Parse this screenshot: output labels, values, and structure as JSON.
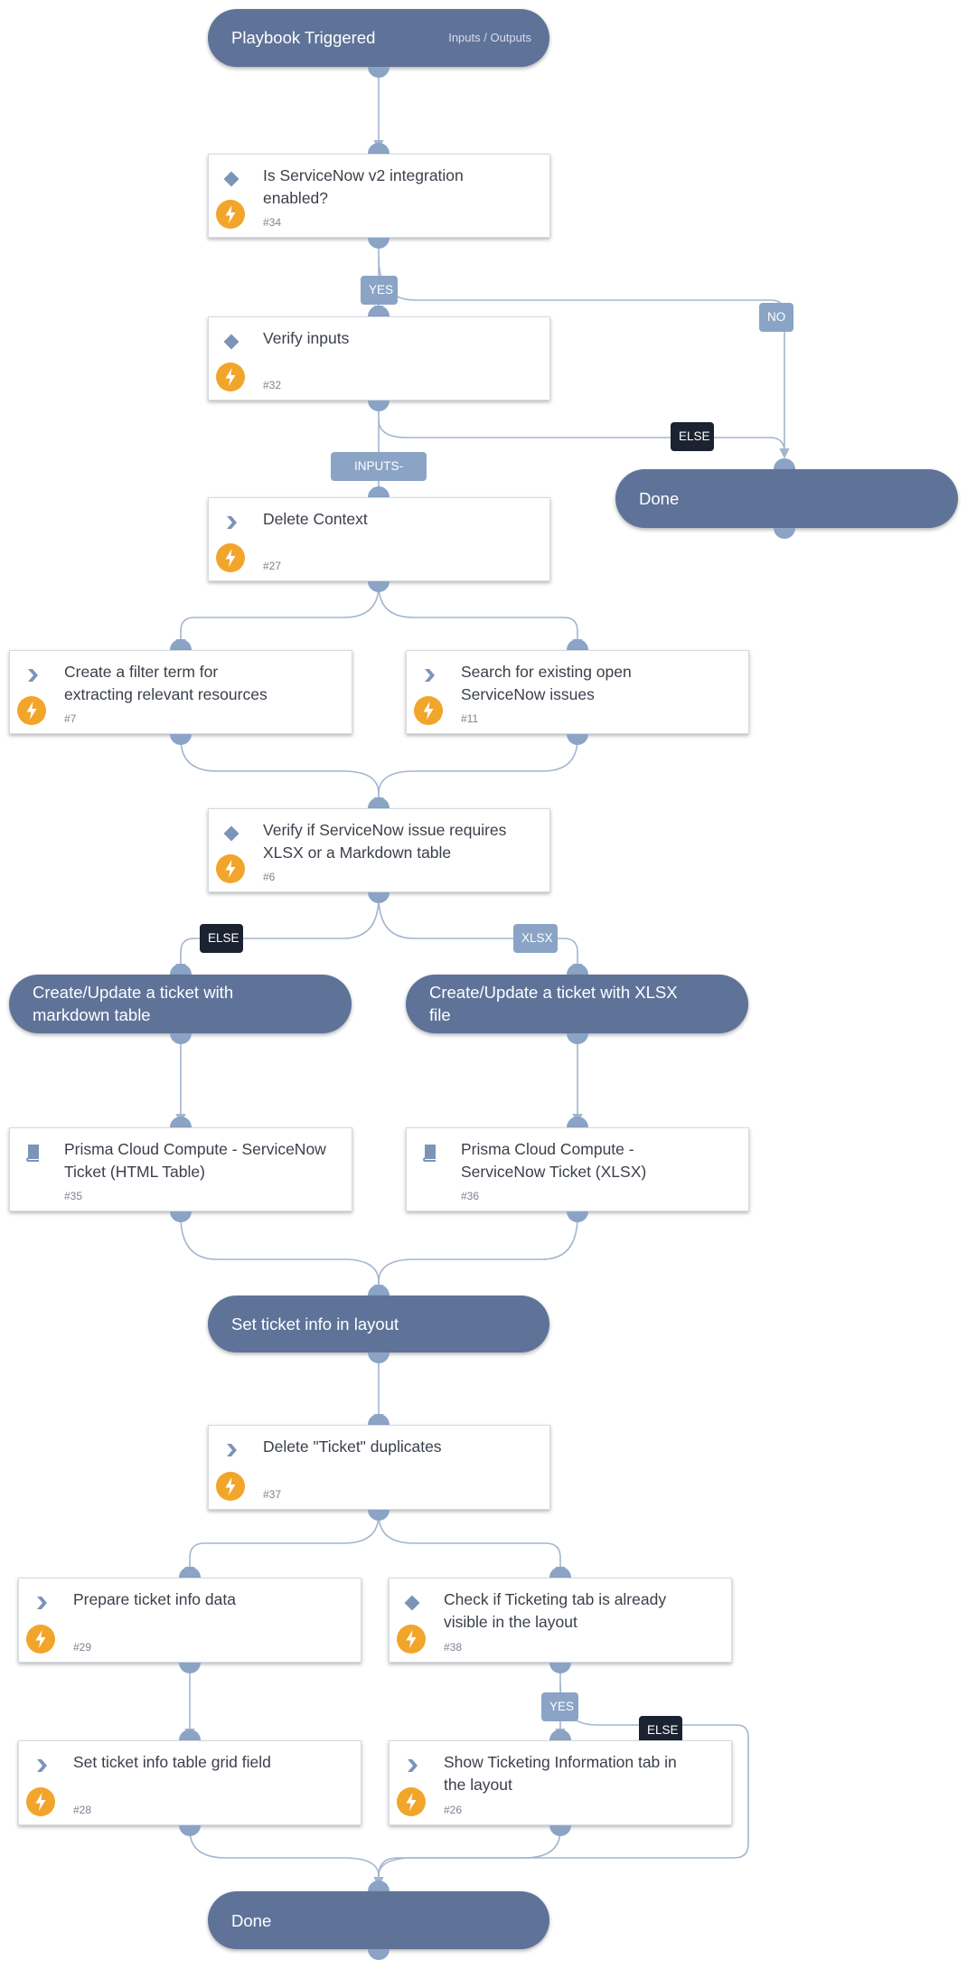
{
  "nodes": {
    "start": {
      "title": "Playbook Triggered",
      "io_label": "Inputs / Outputs"
    },
    "n34": {
      "title": "Is ServiceNow v2 integration enabled?",
      "number": "#34",
      "icon": "diamond-icon"
    },
    "n32": {
      "title": "Verify inputs",
      "number": "#32",
      "icon": "diamond-icon"
    },
    "done_top": {
      "title": "Done"
    },
    "n27": {
      "title": "Delete Context",
      "number": "#27",
      "icon": "chevron-icon"
    },
    "n7": {
      "title": "Create a filter term for extracting relevant resources",
      "number": "#7",
      "icon": "chevron-icon"
    },
    "n11": {
      "title": "Search for existing open ServiceNow issues",
      "number": "#11",
      "icon": "chevron-icon"
    },
    "n6": {
      "title": "Verify if ServiceNow issue requires XLSX or a Markdown table",
      "number": "#6",
      "icon": "diamond-icon"
    },
    "sec_md": {
      "title": "Create/Update a ticket with markdown table"
    },
    "sec_xlsx": {
      "title": "Create/Update a ticket with XLSX file"
    },
    "n35": {
      "title": "Prisma Cloud Compute - ServiceNow Ticket (HTML Table)",
      "number": "#35",
      "icon": "book-icon"
    },
    "n36": {
      "title": "Prisma Cloud Compute - ServiceNow Ticket (XLSX)",
      "number": "#36",
      "icon": "book-icon"
    },
    "sec_set": {
      "title": "Set ticket info in layout"
    },
    "n37": {
      "title": "Delete \"Ticket\" duplicates",
      "number": "#37",
      "icon": "chevron-icon"
    },
    "n29": {
      "title": "Prepare ticket info data",
      "number": "#29",
      "icon": "chevron-icon"
    },
    "n38": {
      "title": "Check if Ticketing tab is already visible in the layout",
      "number": "#38",
      "icon": "diamond-icon"
    },
    "n28": {
      "title": "Set ticket info table grid field",
      "number": "#28",
      "icon": "chevron-icon"
    },
    "n26": {
      "title": "Show Ticketing Information tab in the layout",
      "number": "#26",
      "icon": "chevron-icon"
    },
    "done_bottom": {
      "title": "Done"
    }
  },
  "edge_labels": {
    "yes_34": "YES",
    "no_34": "NO",
    "inputs_exist": "INPUTS-EXIST",
    "else_32": "ELSE",
    "else_6": "ELSE",
    "xlsx_6": "XLSX",
    "yes_38": "YES",
    "else_38": "ELSE"
  },
  "colors": {
    "section_fill": "#5f7399",
    "port": "#8ba4c5",
    "edge": "#a4b6cf",
    "condition_label": "#8ba4c5",
    "else_label": "#1b2230",
    "bolt": "#f2a52b"
  }
}
